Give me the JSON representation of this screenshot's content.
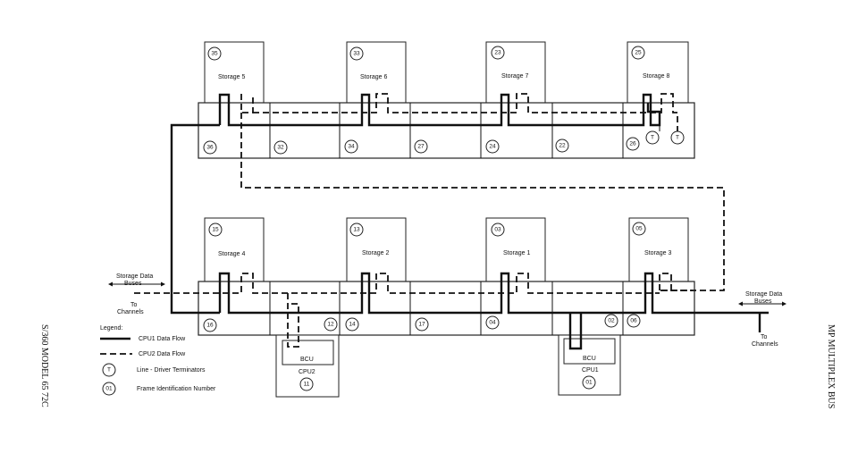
{
  "storage_units": [
    {
      "id": "s5",
      "name": "Storage 5",
      "frame": "35",
      "lower": "36"
    },
    {
      "id": "s6",
      "name": "Storage 6",
      "frame": "33",
      "lower": "34"
    },
    {
      "id": "s7",
      "name": "Storage 7",
      "frame": "23",
      "lower": "24"
    },
    {
      "id": "s8",
      "name": "Storage 8",
      "frame": "25",
      "lower": "26"
    },
    {
      "id": "s4",
      "name": "Storage 4",
      "frame": "15",
      "lower": "16"
    },
    {
      "id": "s2",
      "name": "Storage 2",
      "frame": "13",
      "lower": "14"
    },
    {
      "id": "s1",
      "name": "Storage 1",
      "frame": "03",
      "lower": "04"
    },
    {
      "id": "s3",
      "name": "Storage 3",
      "frame": "05",
      "lower": "06"
    }
  ],
  "bus_frames": {
    "top": [
      "32",
      "27",
      "22"
    ],
    "bottom": [
      "12",
      "17",
      "02"
    ]
  },
  "terminators": [
    "T",
    "T"
  ],
  "cpus": [
    {
      "id": "cpu2",
      "bcu": "BCU",
      "name": "CPU2",
      "frame": "11"
    },
    {
      "id": "cpu1",
      "bcu": "BCU",
      "name": "CPU1",
      "frame": "01"
    }
  ],
  "annotations": {
    "storage_data_buses_left": [
      "Storage Data",
      "Buses"
    ],
    "to_channels_left": [
      "To",
      "Channels"
    ],
    "storage_data_buses_right": [
      "Storage Data",
      "Buses"
    ],
    "to_channels_right": [
      "To",
      "Channels"
    ]
  },
  "legend": {
    "title": "Legend:",
    "cpu1": "CPU1 Data Flow",
    "cpu2": "CPU2 Data Flow",
    "terminator_symbol": "T",
    "terminator": "Line - Driver Terminators",
    "frame_symbol": "01",
    "frame": "Frame Identification Number"
  },
  "side_text": {
    "left": "S/360 MODEL 65    72C",
    "right": "MP MULTIPLEX BUS"
  }
}
